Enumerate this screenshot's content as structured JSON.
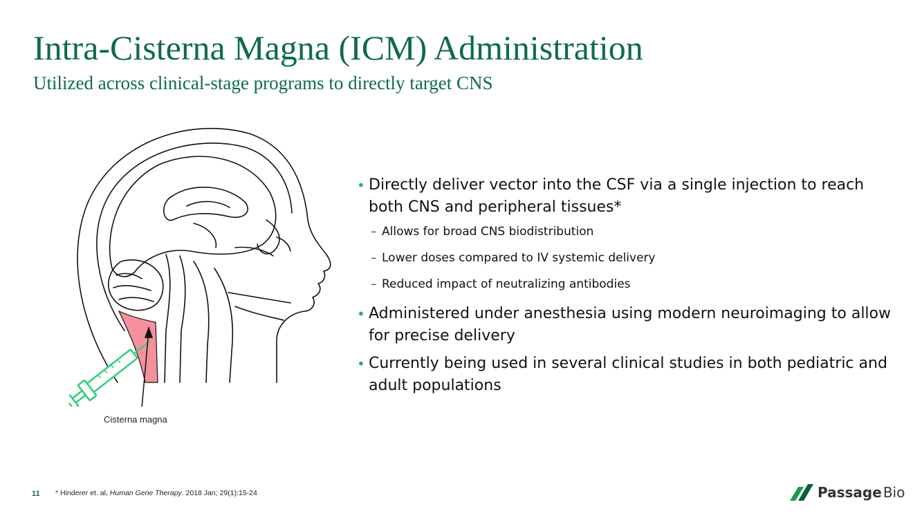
{
  "slide": {
    "title": "Intra-Cisterna Magna (ICM) Administration",
    "subtitle": "Utilized across clinical-stage programs to directly target CNS",
    "number": "11"
  },
  "illustration": {
    "caption": "Cisterna magna",
    "highlight_color": "#f3919c",
    "syringe_color": "#2bd07d"
  },
  "bullets": [
    {
      "text": "Directly deliver vector into the CSF via a single injection to reach both CNS and peripheral tissues*",
      "sub": [
        "Allows for broad CNS biodistribution",
        "Lower doses compared to IV systemic delivery",
        "Reduced impact of neutralizing antibodies"
      ]
    },
    {
      "text": "Administered under anesthesia using modern neuroimaging to allow for precise delivery"
    },
    {
      "text": "Currently being used in several clinical studies in both pediatric and adult populations"
    }
  ],
  "footnote": {
    "prefix": "* Hinderer et. al, ",
    "journal": "Human Gene Therapy",
    "suffix": ". 2018 Jan; 29(1):15-24"
  },
  "logo": {
    "part1": "Passage",
    "part2": "Bio",
    "colors": [
      "#1f9a48",
      "#0d5e35"
    ]
  },
  "colors": {
    "title": "#0e6b45",
    "bullet": "#1fb56b"
  }
}
